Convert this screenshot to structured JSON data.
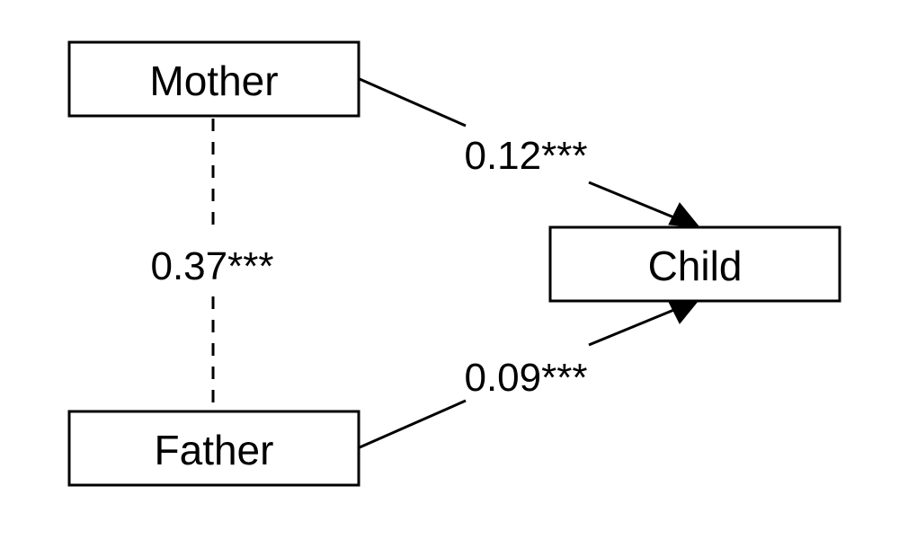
{
  "nodes": {
    "mother": {
      "label": "Mother"
    },
    "father": {
      "label": "Father"
    },
    "child": {
      "label": "Child"
    }
  },
  "edges": {
    "mother_father": {
      "label": "0.37***",
      "style": "dashed"
    },
    "mother_child": {
      "label": "0.12***",
      "style": "arrow"
    },
    "father_child": {
      "label": "0.09***",
      "style": "arrow"
    }
  },
  "colors": {
    "stroke": "#000000",
    "background": "#ffffff"
  }
}
